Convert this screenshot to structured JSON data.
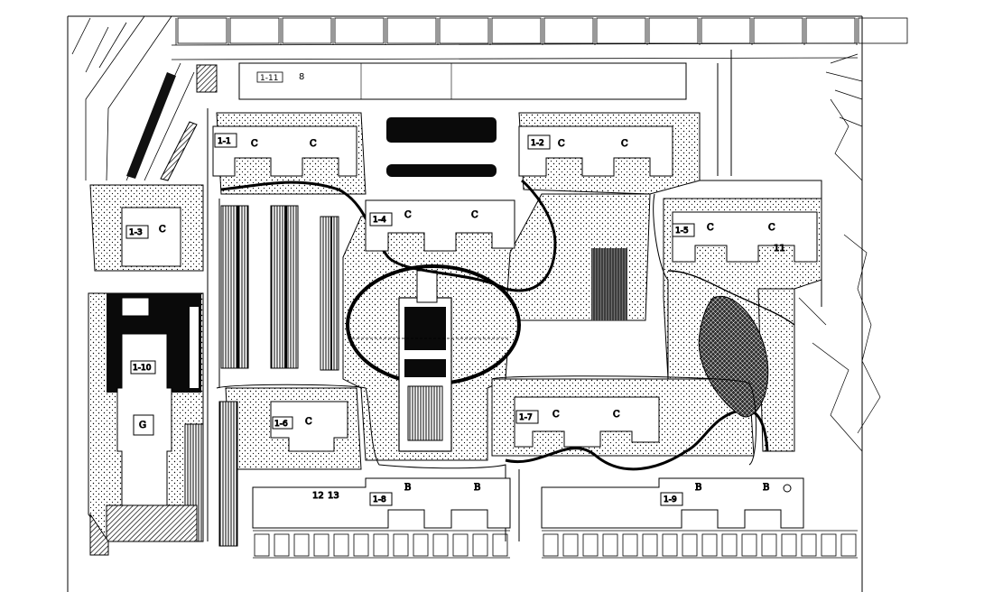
{
  "plan": {
    "buildings": [
      {
        "id": "1-1",
        "text": "1-1",
        "type": "C",
        "letters": [
          "C",
          "C"
        ]
      },
      {
        "id": "1-2",
        "text": "1-2",
        "type": "C",
        "letters": [
          "C",
          "C"
        ]
      },
      {
        "id": "1-3",
        "text": "1-3",
        "type": "C",
        "letters": [
          "C"
        ]
      },
      {
        "id": "1-4",
        "text": "1-4",
        "type": "C",
        "letters": [
          "C",
          "C"
        ]
      },
      {
        "id": "1-5",
        "text": "1-5",
        "type": "C",
        "letters": [
          "C",
          "C"
        ]
      },
      {
        "id": "1-6",
        "text": "1-6",
        "type": "C",
        "letters": [
          "C"
        ]
      },
      {
        "id": "1-7",
        "text": "1-7",
        "type": "C",
        "letters": [
          "C",
          "C"
        ]
      },
      {
        "id": "1-8",
        "text": "1-8",
        "type": "B",
        "letters": [
          "B",
          "B"
        ]
      },
      {
        "id": "1-9",
        "text": "1-9",
        "type": "B",
        "letters": [
          "B",
          "B"
        ]
      },
      {
        "id": "1-10",
        "text": "1-10",
        "type": "G",
        "letters": [
          "G"
        ]
      },
      {
        "id": "1-11",
        "text": "1-11",
        "type": "",
        "letters": []
      }
    ],
    "numbers": [
      "8",
      "11",
      "12",
      "13"
    ],
    "colors": {
      "line": "#000000",
      "background": "#ffffff",
      "hatch": "#000000"
    }
  }
}
